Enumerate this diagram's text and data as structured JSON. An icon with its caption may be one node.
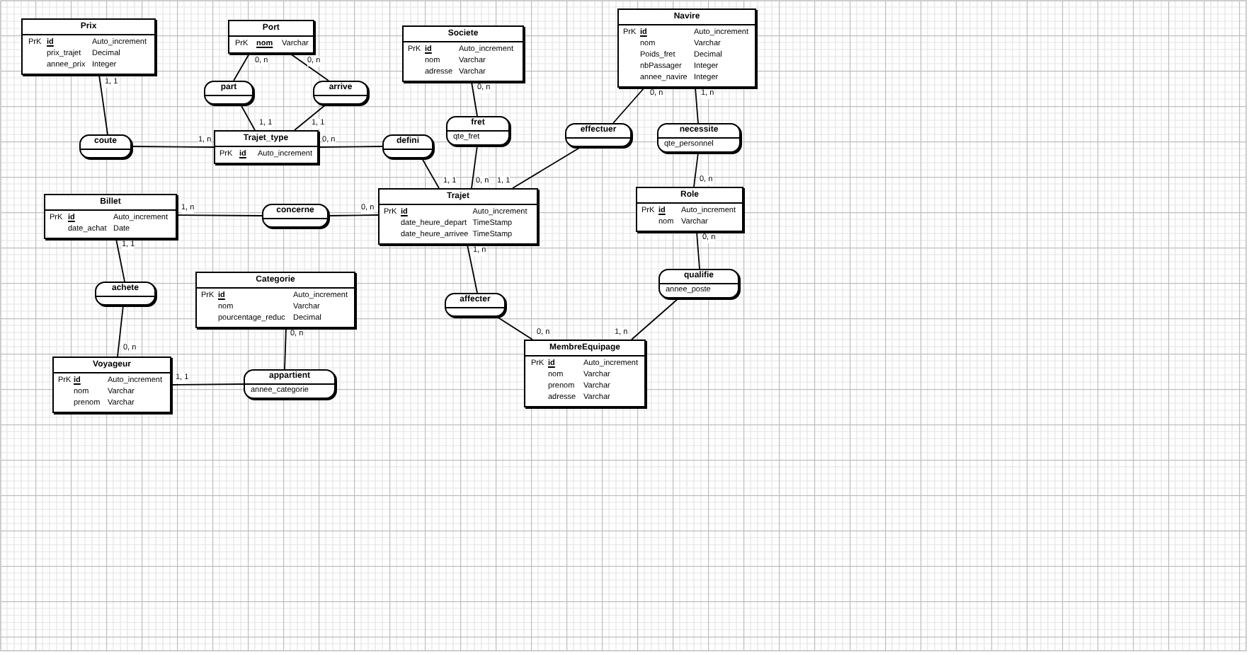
{
  "diagram": {
    "nodes": [
      {
        "text": [
          "Prix",
          "PrK",
          "id",
          "Auto_increment",
          "prix_trajet",
          "Decimal",
          "annee_prix",
          "Integer"
        ]
      },
      {
        "text": [
          "Port",
          "PrK",
          "nom",
          "Varchar"
        ]
      },
      {
        "text": [
          "Societe",
          "PrK",
          "id",
          "Auto_increment",
          "nom",
          "Varchar",
          "adresse",
          "Varchar"
        ]
      },
      {
        "text": [
          "Navire",
          "PrK",
          "id",
          "Auto_increment",
          "nom",
          "Varchar",
          "Poids_fret",
          "Decimal",
          "nbPassager",
          "Integer",
          "annee_navire",
          "Integer"
        ]
      },
      {
        "text": [
          "part"
        ]
      },
      {
        "text": [
          "arrive"
        ]
      },
      {
        "text": [
          "coute"
        ]
      },
      {
        "text": [
          "Trajet_type",
          "PrK",
          "id",
          "Auto_increment"
        ]
      },
      {
        "text": [
          "defini"
        ]
      },
      {
        "text": [
          "fret",
          "qte_fret"
        ]
      },
      {
        "text": [
          "effectuer"
        ]
      },
      {
        "text": [
          "necessite",
          "qte_personnel"
        ]
      },
      {
        "text": [
          "Billet",
          "PrK",
          "id",
          "Auto_increment",
          "date_achat",
          "Date"
        ]
      },
      {
        "text": [
          "concerne"
        ]
      },
      {
        "text": [
          "Trajet",
          "PrK",
          "id",
          "Auto_increment",
          "date_heure_depart",
          "TimeStamp",
          "date_heure_arrivee",
          "TimeStamp"
        ]
      },
      {
        "text": [
          "Role",
          "PrK",
          "id",
          "Auto_increment",
          "nom",
          "Varchar"
        ]
      },
      {
        "text": [
          "achete"
        ]
      },
      {
        "text": [
          "Categorie",
          "PrK",
          "id",
          "Auto_increment",
          "nom",
          "Varchar",
          "pourcentage_reduc",
          "Decimal"
        ]
      },
      {
        "text": [
          "qualifie",
          "annee_poste"
        ]
      },
      {
        "text": [
          "affecter"
        ]
      },
      {
        "text": [
          "Voyageur",
          "PrK",
          "id",
          "Auto_increment",
          "nom",
          "Varchar",
          "prenom",
          "Varchar"
        ]
      },
      {
        "text": [
          "appartient",
          "annee_categorie"
        ]
      },
      {
        "text": [
          "MembreEquipage",
          "PrK",
          "id",
          "Auto_increment",
          "nom",
          "Varchar",
          "prenom",
          "Varchar",
          "adresse",
          "Varchar"
        ]
      }
    ],
    "edges": [
      {
        "from": 0,
        "to": 6,
        "arrow": "none",
        "label": "1, 1"
      },
      {
        "from": 7,
        "to": 6,
        "arrow": "none",
        "label": "1, n"
      },
      {
        "from": 1,
        "to": 4,
        "arrow": "none",
        "label": "0, n"
      },
      {
        "from": 7,
        "to": 4,
        "arrow": "none",
        "label": "1, 1"
      },
      {
        "from": 1,
        "to": 5,
        "arrow": "none",
        "label": "0, n"
      },
      {
        "from": 7,
        "to": 5,
        "arrow": "none",
        "label": "1, 1"
      },
      {
        "from": 7,
        "to": 8,
        "arrow": "none",
        "label": "0, n"
      },
      {
        "from": 14,
        "to": 8,
        "arrow": "none",
        "label": "1, 1"
      },
      {
        "from": 2,
        "to": 9,
        "arrow": "none",
        "label": "0, n"
      },
      {
        "from": 14,
        "to": 9,
        "arrow": "none",
        "label": "0, n"
      },
      {
        "from": 3,
        "to": 10,
        "arrow": "none",
        "label": "0, n"
      },
      {
        "from": 14,
        "to": 10,
        "arrow": "none",
        "label": "1, 1"
      },
      {
        "from": 3,
        "to": 11,
        "arrow": "none",
        "label": "1, n"
      },
      {
        "from": 15,
        "to": 11,
        "arrow": "none",
        "label": "0, n"
      },
      {
        "from": 12,
        "to": 13,
        "arrow": "none",
        "label": "1, n"
      },
      {
        "from": 14,
        "to": 13,
        "arrow": "none",
        "label": "0, n"
      },
      {
        "from": 12,
        "to": 16,
        "arrow": "none",
        "label": "1, 1"
      },
      {
        "from": 20,
        "to": 16,
        "arrow": "none",
        "label": "0, n"
      },
      {
        "from": 17,
        "to": 21,
        "arrow": "none",
        "label": "0, n"
      },
      {
        "from": 20,
        "to": 21,
        "arrow": "none",
        "label": "1, 1"
      },
      {
        "from": 14,
        "to": 19,
        "arrow": "none",
        "label": "1, n"
      },
      {
        "from": 22,
        "to": 19,
        "arrow": "none",
        "label": "0, n"
      },
      {
        "from": 15,
        "to": 18,
        "arrow": "none",
        "label": "0, n"
      },
      {
        "from": 22,
        "to": 18,
        "arrow": "none",
        "label": "1, n"
      }
    ]
  }
}
